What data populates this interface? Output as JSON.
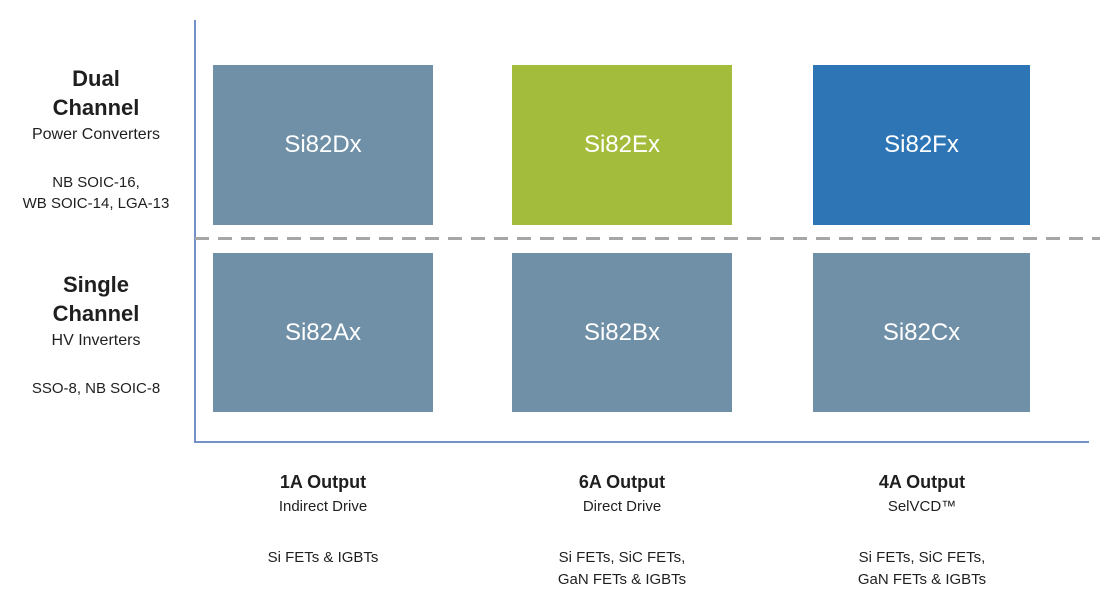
{
  "rows": [
    {
      "title_line1": "Dual",
      "title_line2": "Channel",
      "subtitle": "Power Converters",
      "packages_line1": "NB SOIC-16,",
      "packages_line2": "WB SOIC-14, LGA-13",
      "cells": [
        {
          "label": "Si82Dx",
          "color": "#7090a8"
        },
        {
          "label": "Si82Ex",
          "color": "#a4bc3b"
        },
        {
          "label": "Si82Fx",
          "color": "#2e75b6"
        }
      ]
    },
    {
      "title_line1": "Single",
      "title_line2": "Channel",
      "subtitle": "HV Inverters",
      "packages_line1": "SSO-8, NB SOIC-8",
      "packages_line2": "",
      "cells": [
        {
          "label": "Si82Ax",
          "color": "#7090a8"
        },
        {
          "label": "Si82Bx",
          "color": "#7090a8"
        },
        {
          "label": "Si82Cx",
          "color": "#7090a8"
        }
      ]
    }
  ],
  "columns": [
    {
      "title": "1A Output",
      "subtitle": "Indirect Drive",
      "devices_line1": "Si FETs & IGBTs",
      "devices_line2": ""
    },
    {
      "title": "6A Output",
      "subtitle": "Direct Drive",
      "devices_line1": "Si FETs, SiC FETs,",
      "devices_line2": "GaN FETs & IGBTs"
    },
    {
      "title": "4A Output",
      "subtitle": "SelVCD™",
      "devices_line1": "Si FETs, SiC FETs,",
      "devices_line2": "GaN FETs & IGBTs"
    }
  ],
  "colors": {
    "cell_gray_blue": "#7090a8",
    "cell_green": "#a4bc3b",
    "cell_blue": "#2e75b6",
    "axis": "#7490c9",
    "divider": "#a6a6a6",
    "cell_text": "#ffffff",
    "label_text": "#1f1f1f"
  }
}
